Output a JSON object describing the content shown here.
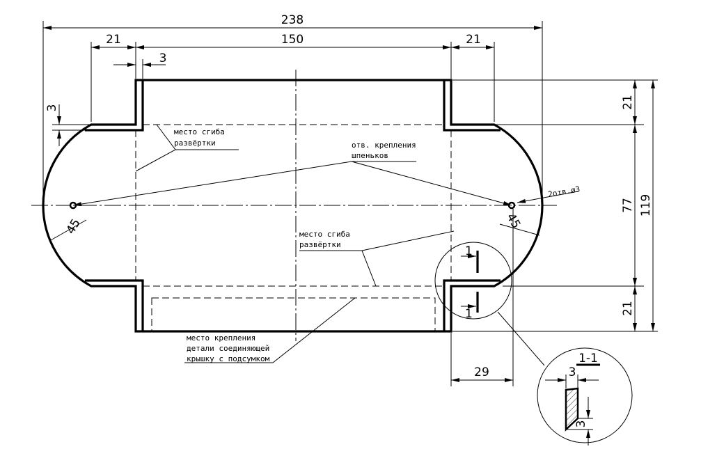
{
  "dimensions": {
    "overall_width": "238",
    "left_tab": "21",
    "body_width": "150",
    "right_tab": "21",
    "thickness_top": "3",
    "thickness_left": "3",
    "top_flange": "21",
    "middle_height": "77",
    "bottom_flange": "21",
    "overall_height": "119",
    "hole_offset": "29",
    "angle_left": "45",
    "angle_right": "45"
  },
  "notes": {
    "fold_top_line1": "место сгиба",
    "fold_top_line2": "развёртки",
    "holes_line1": "отв. крепления",
    "holes_line2": "шпеньков",
    "holes_callout": "2отв.ø3",
    "fold_mid_line1": "место сгиба",
    "fold_mid_line2": "развёртки",
    "attach_line1": "место крепления",
    "attach_line2": "детали соединяющей",
    "attach_line3": "крышку с подсумком"
  },
  "section": {
    "marker_top": "1",
    "marker_bottom": "1",
    "title": "1-1",
    "width_dim": "3",
    "height_dim": "3"
  }
}
